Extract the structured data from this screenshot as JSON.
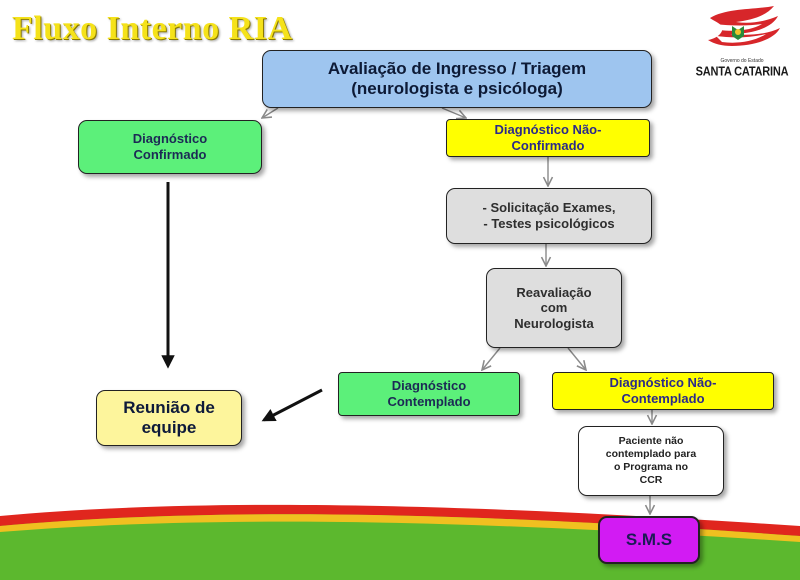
{
  "slide": {
    "title": "Fluxo Interno RIA",
    "logo": {
      "subtitle": "Governo do Estado",
      "name": "SANTA CATARINA"
    }
  },
  "nodes": {
    "triagem": {
      "line1": "Avaliação  de Ingresso / Triagem",
      "line2": "(neurologista e psicóloga)"
    },
    "diag_confirmado": {
      "line1": "Diagnóstico",
      "line2": "Confirmado"
    },
    "diag_nao_confirmado": {
      "line1": "Diagnóstico Não-",
      "line2": "Confirmado"
    },
    "exames": {
      "line1": "-  Solicitação Exames,",
      "line2": "-  Testes psicológicos"
    },
    "reavaliacao": {
      "line1": "Reavaliação",
      "line2": "com",
      "line3": "Neurologista"
    },
    "diag_contemplado": {
      "line1": "Diagnóstico",
      "line2": "Contemplado"
    },
    "diag_nao_contemplado": {
      "line1": "Diagnóstico Não-",
      "line2": "Contemplado"
    },
    "reuniao": {
      "line1": "Reunião de",
      "line2": "equipe"
    },
    "paciente": {
      "line1": "Paciente não",
      "line2": "contemplado para",
      "line3": "o Programa no",
      "line4": "CCR"
    },
    "sms": {
      "label": "S.M.S"
    }
  },
  "colors": {
    "blue": "#9ec5ef",
    "green": "#5cf07a",
    "yellow": "#ffff00",
    "gray": "#dedede",
    "pale_yellow": "#fdf59c",
    "purple": "#d21bf3",
    "title": "#f5e21a",
    "wave_red": "#e0261e",
    "wave_green": "#5cb82e"
  }
}
